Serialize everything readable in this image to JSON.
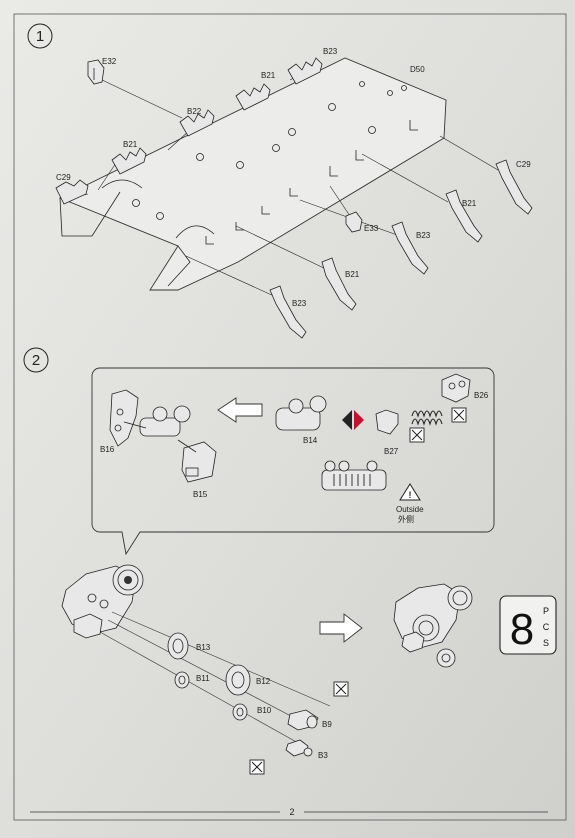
{
  "step1": {
    "number": "1",
    "labels": {
      "e32": "E32",
      "b23_top": "B23",
      "d50": "D50",
      "b21_top": "B21",
      "b22": "B22",
      "b21_left": "B21",
      "c29_left": "C29",
      "c29_right": "C29",
      "b21_right": "B21",
      "e33": "E33",
      "b23_mid": "B23",
      "b21_bottom": "B21",
      "b23_bottom": "B23"
    }
  },
  "step2": {
    "number": "2",
    "callout": {
      "b16": "B16",
      "b15": "B15",
      "b14": "B14",
      "b27": "B27",
      "b26": "B26",
      "outside_en": "Outside",
      "outside_cn": "外侧"
    },
    "labels": {
      "b13": "B13",
      "b11": "B11",
      "b12": "B12",
      "b10": "B10",
      "b9": "B9",
      "b3": "B3"
    },
    "quantity": {
      "number": "8",
      "unit_letters": [
        "P",
        "C",
        "S"
      ]
    }
  },
  "page_number": "2"
}
